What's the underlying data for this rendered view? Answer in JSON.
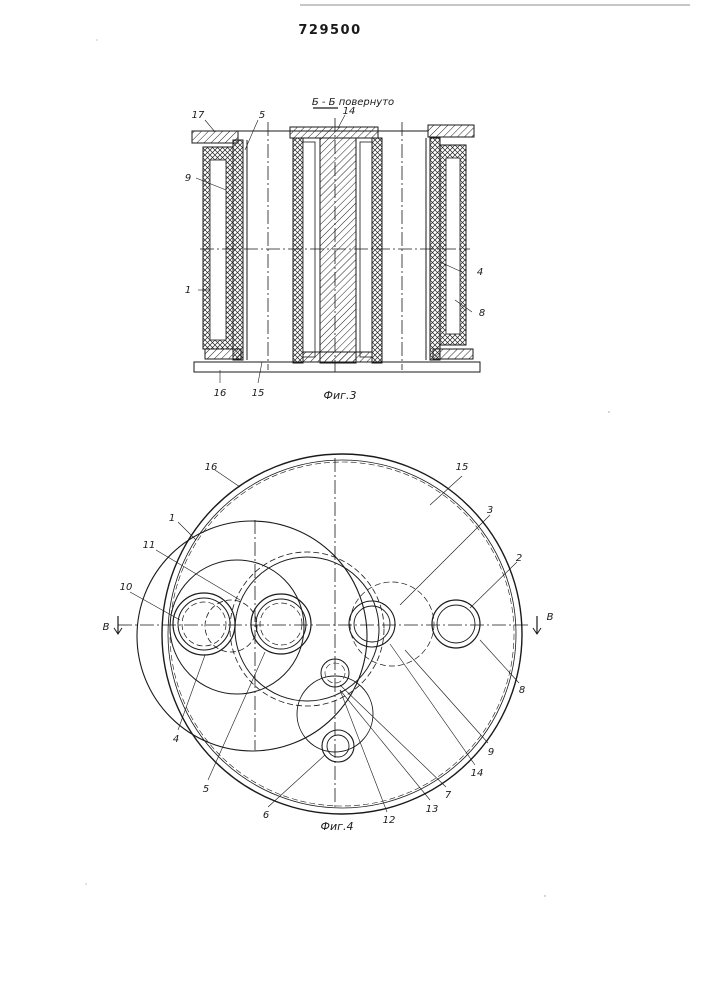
{
  "header": {
    "patent_number": "729500"
  },
  "figure3": {
    "section_label": "Б - Б повернуто",
    "caption": "Фиг.3",
    "callouts": [
      "17",
      "5",
      "14",
      "9",
      "4",
      "1",
      "8",
      "16",
      "15"
    ]
  },
  "figure4": {
    "caption": "Фиг.4",
    "section_mark": "В",
    "callouts": [
      "16",
      "15",
      "1",
      "3",
      "11",
      "2",
      "10",
      "4",
      "8",
      "5",
      "9",
      "14",
      "7",
      "13",
      "6",
      "12"
    ]
  }
}
